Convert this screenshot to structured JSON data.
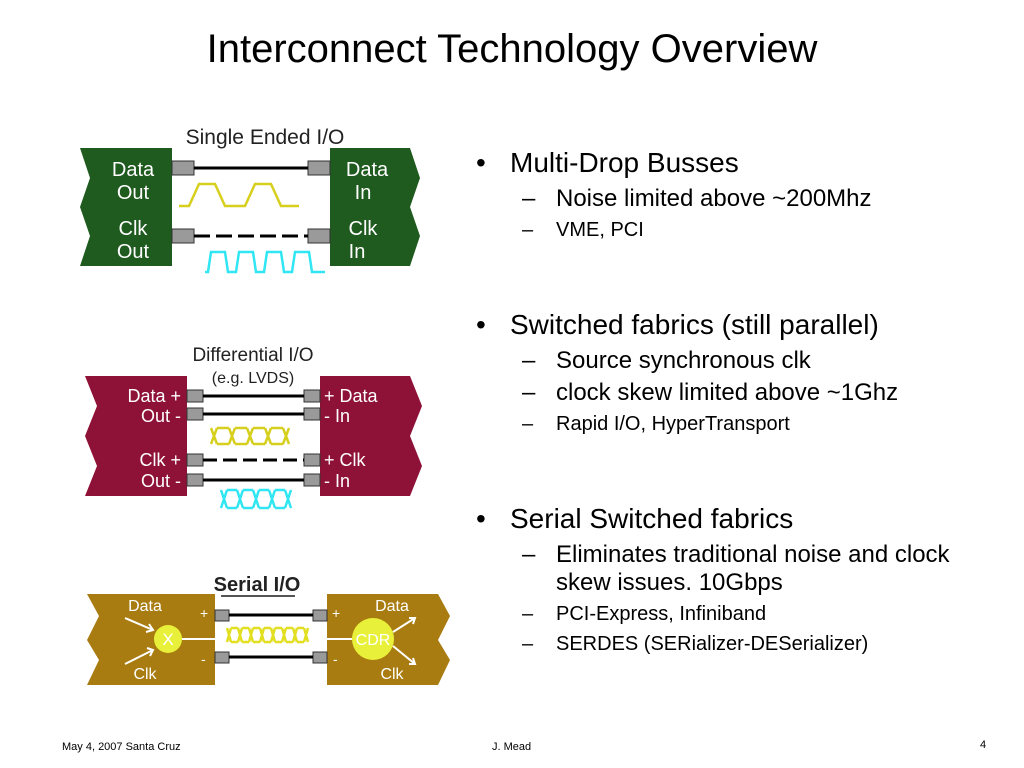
{
  "slide": {
    "title": "Interconnect Technology Overview",
    "page_number": "4"
  },
  "footer": {
    "left": "May 4, 2007  Santa Cruz",
    "center": "J. Mead"
  },
  "diagrams": {
    "single": {
      "title": "Single Ended I/O",
      "left_top": [
        "Data",
        "Out"
      ],
      "left_bottom": [
        "Clk",
        "Out"
      ],
      "right_top": [
        "Data",
        "In"
      ],
      "right_bottom": [
        "Clk",
        "In"
      ]
    },
    "differential": {
      "title": "Differential I/O",
      "subtitle": "(e.g. LVDS)",
      "left_top": [
        "Data +",
        "Out -"
      ],
      "left_bottom": [
        "Clk +",
        "Out  -"
      ],
      "right_top": [
        "+  Data",
        "-   In"
      ],
      "right_bottom": [
        "+  Clk",
        "-  In"
      ]
    },
    "serial": {
      "title": "Serial I/O",
      "left_data": "Data",
      "left_clk": "Clk",
      "left_mux": "X",
      "right_data": "Data",
      "right_clk": "Clk",
      "right_cdr": "CDR",
      "plus": "+",
      "minus": "-"
    }
  },
  "bullets": [
    {
      "text": "Multi-Drop Busses",
      "subs": [
        {
          "text": "Noise limited above ~200Mhz",
          "small": false
        },
        {
          "text": "VME, PCI",
          "small": true
        }
      ]
    },
    {
      "text": "Switched fabrics (still parallel)",
      "subs": [
        {
          "text": "Source synchronous clk",
          "small": false
        },
        {
          "text": "clock skew limited above ~1Ghz",
          "small": false
        },
        {
          "text": "Rapid I/O, HyperTransport",
          "small": true
        }
      ]
    },
    {
      "text": "Serial Switched fabrics",
      "subs": [
        {
          "text": "Eliminates traditional noise and clock skew issues.   10Gbps",
          "small": false
        },
        {
          "text": "PCI-Express, Infiniband",
          "small": true
        },
        {
          "text": "SERDES  (SERializer-DESerializer)",
          "small": true
        }
      ]
    }
  ],
  "colors": {
    "single_block": "#1f5a1f",
    "diff_block": "#8e1238",
    "serial_block": "#a87c10",
    "data_wave": "#d6cf1e",
    "clk_wave": "#2fe6f2",
    "serial_wave": "#e2de20"
  }
}
